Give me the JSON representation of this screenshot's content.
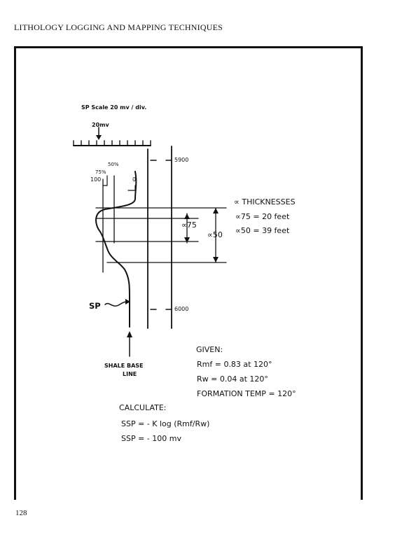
{
  "header": {
    "running_head": "LITHOLOGY LOGGING AND MAPPING TECHNIQUES"
  },
  "footer": {
    "page_number": "128"
  },
  "figure": {
    "sp_scale": "SP Scale  20 mv / div.",
    "scale_value": "20mv",
    "pct_50": "50%",
    "pct_75": "75%",
    "val_100": "100",
    "val_0": "0",
    "depth_5900": "5900",
    "depth_6000": "6000",
    "alpha_75_marker": "∝75",
    "alpha_50_marker": "∝50",
    "sp_label": "SP",
    "shale_base_line": [
      "SHALE BASE",
      "LINE"
    ],
    "thicknesses": {
      "title": "∝ THICKNESSES",
      "a75": "∝75 = 20 feet",
      "a50": "∝50 = 39 feet"
    },
    "given": {
      "title": "GIVEN:",
      "rmf": "Rmf = 0.83 at 120°",
      "rw": "Rw = 0.04 at 120°",
      "temp": "FORMATION TEMP = 120°"
    },
    "calculate": {
      "title": "CALCULATE:",
      "eq1": "SSP = - K log (Rmf/Rw)",
      "eq2": "SSP = - 100 mv"
    }
  }
}
